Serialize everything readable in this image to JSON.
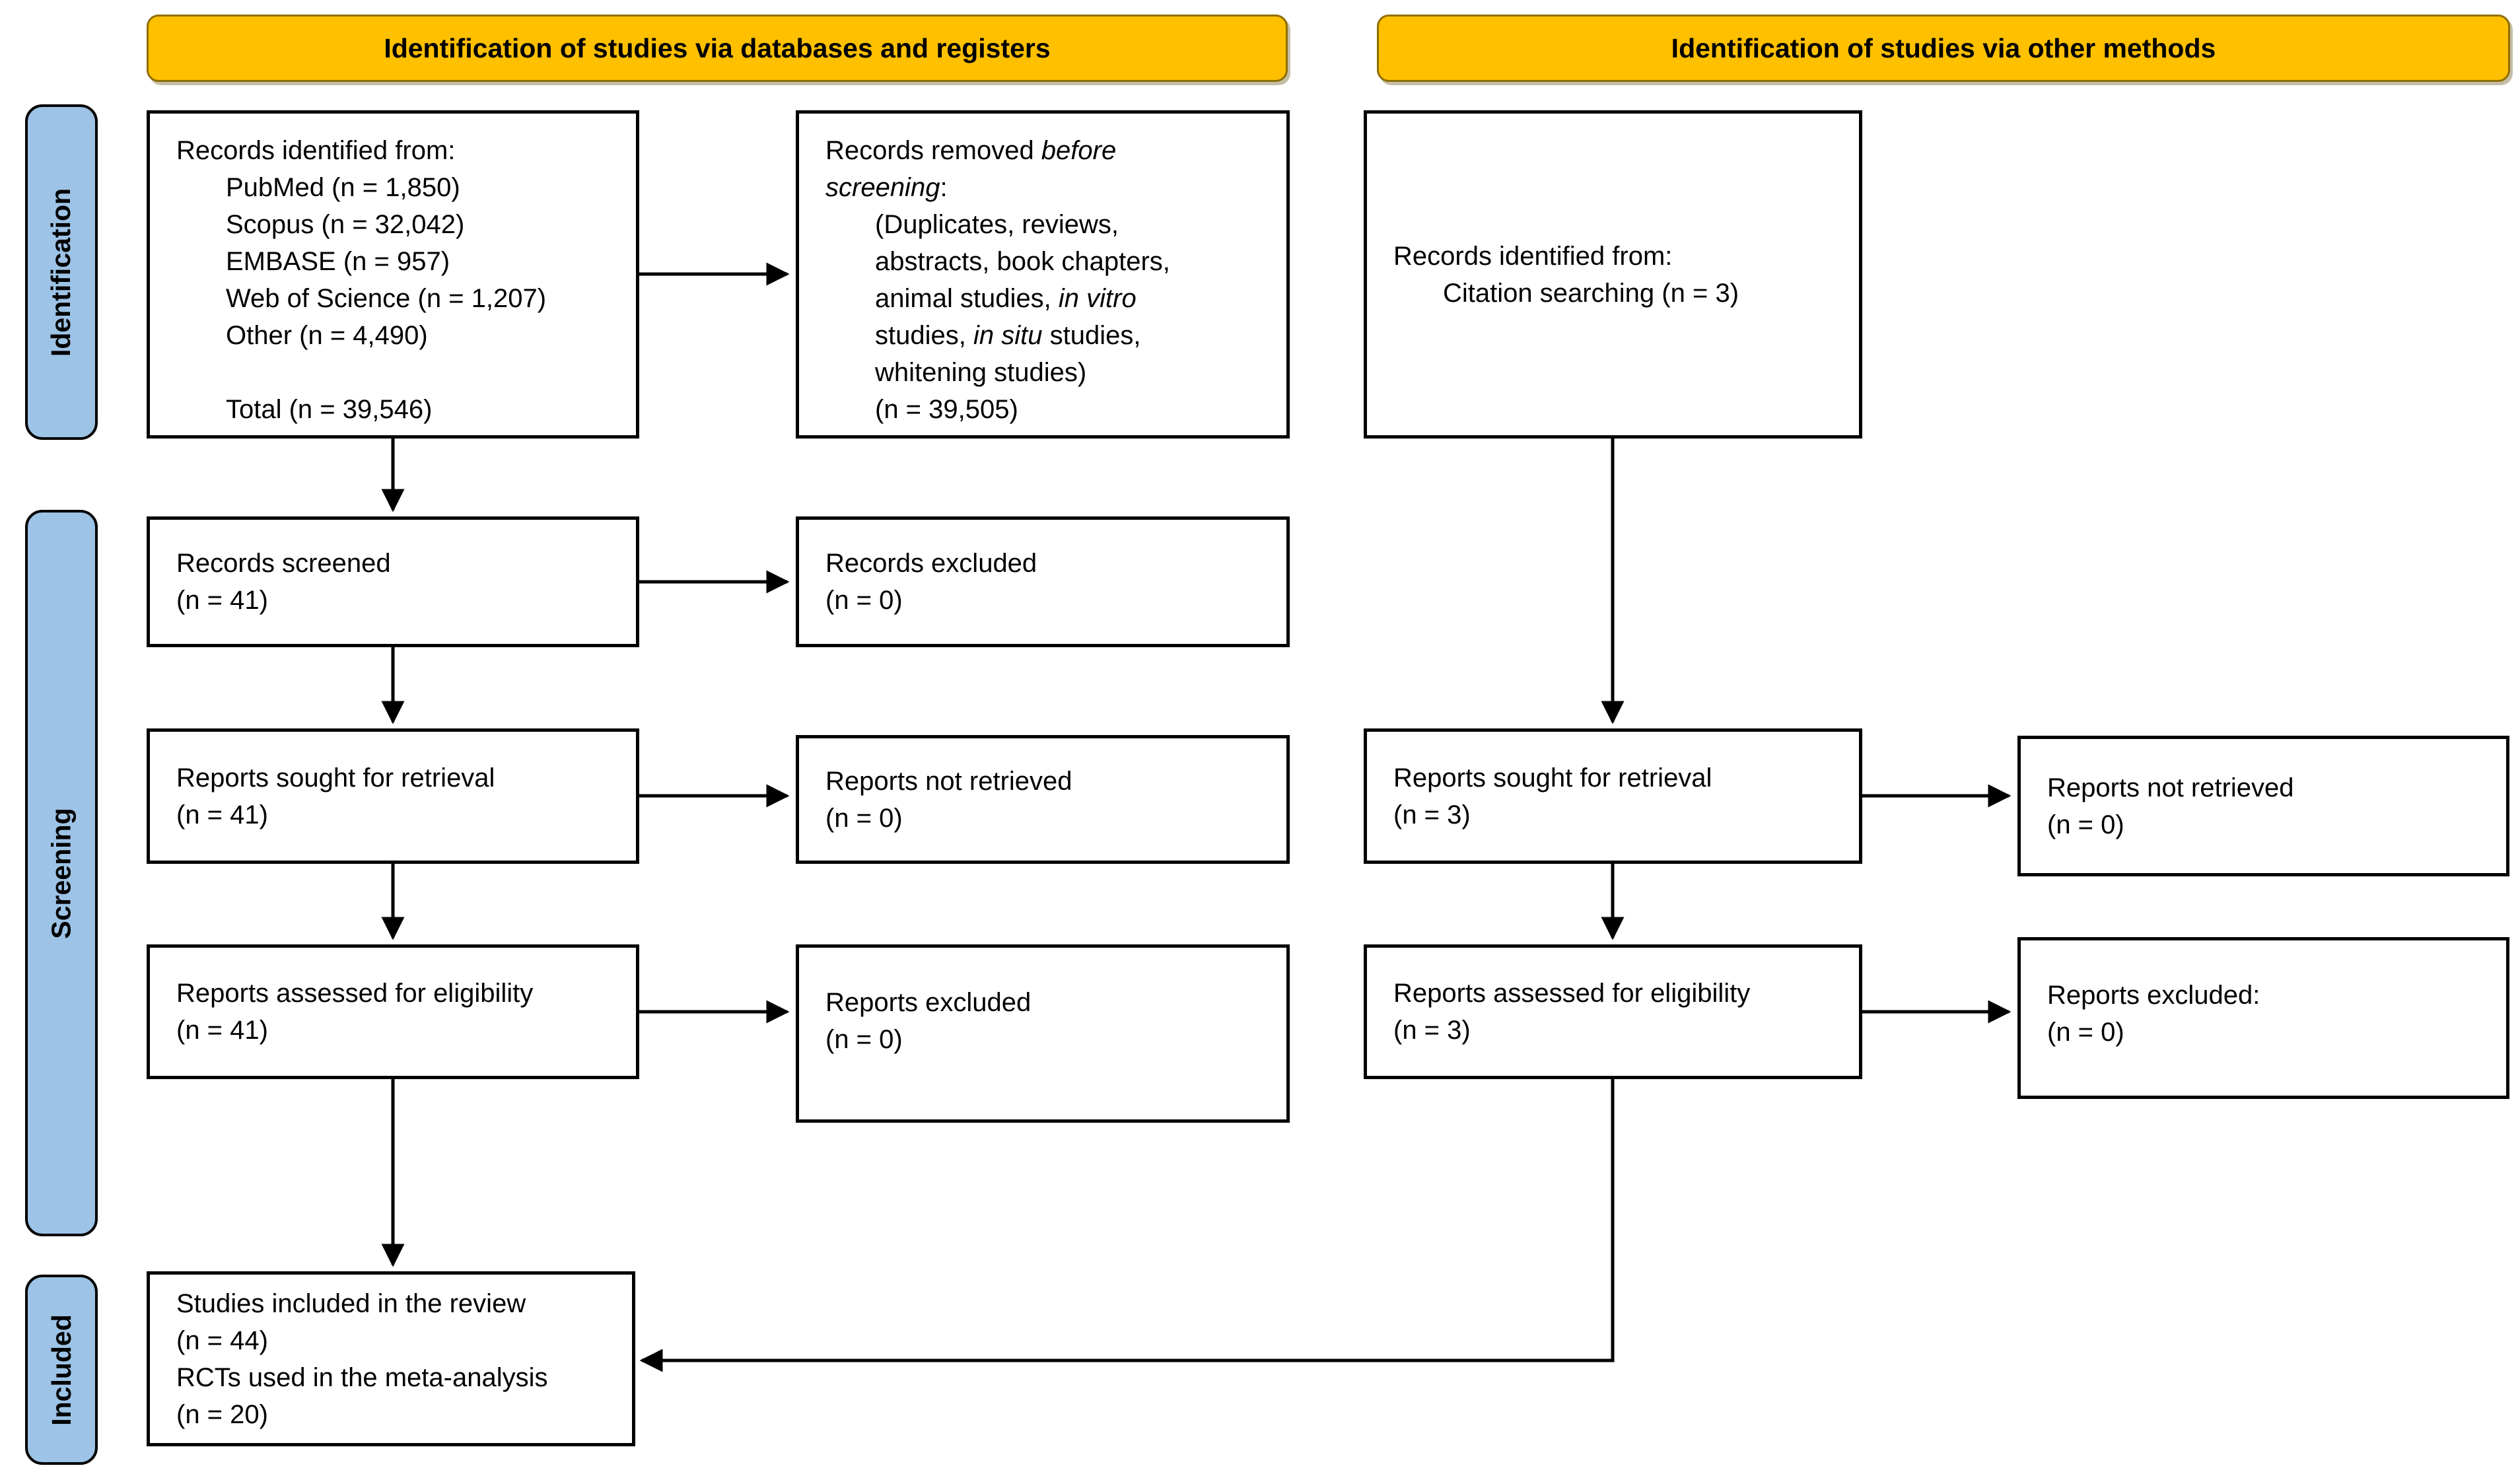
{
  "banners": {
    "databases": "Identification of studies via databases and registers",
    "other_methods": "Identification of studies via other methods"
  },
  "stage_labels": {
    "identification": "Identification",
    "screening": "Screening",
    "included": "Included"
  },
  "colors": {
    "banner_fill": "#FFC000",
    "banner_border": "#8F6E00",
    "stage_fill": "#9DC3E6",
    "box_border": "#000000",
    "arrow": "#000000"
  },
  "boxes": {
    "records_identified_db": {
      "title": "Records identified from:",
      "sources": [
        "PubMed (n = 1,850)",
        "Scopus (n = 32,042)",
        "EMBASE (n = 957)",
        "Web of Science (n = 1,207)",
        "Other (n = 4,490)"
      ],
      "total": "Total (n = 39,546)"
    },
    "records_removed": {
      "title_line1": [
        "Records removed ",
        "before"
      ],
      "title_line2": [
        "screening",
        ":"
      ],
      "reasons": {
        "line1": "(Duplicates, reviews,",
        "line2": "abstracts, book chapters,",
        "line3_normal": "animal studies, ",
        "line3_italic": "in vitro",
        "line4_normal1": "studies, ",
        "line4_italic": "in situ",
        "line4_normal2": " studies,",
        "line5": "whitening studies)"
      },
      "count": "(n = 39,505)"
    },
    "records_screened": {
      "line1": "Records screened",
      "line2": "(n = 41)"
    },
    "records_excluded": {
      "line1": "Records excluded",
      "line2": "(n = 0)"
    },
    "reports_sought_db": {
      "line1": "Reports sought for retrieval",
      "line2": "(n = 41)"
    },
    "reports_not_retrieved_db": {
      "line1": "Reports not retrieved",
      "line2": "(n = 0)"
    },
    "reports_assessed_db": {
      "line1": "Reports assessed for eligibility",
      "line2": "(n = 41)"
    },
    "reports_excluded_db": {
      "line1": "Reports excluded",
      "line2": "(n = 0)"
    },
    "records_identified_other": {
      "title": "Records identified from:",
      "source": "Citation searching (n = 3)"
    },
    "reports_sought_other": {
      "line1": "Reports sought for retrieval",
      "line2": "(n = 3)"
    },
    "reports_not_retrieved_other": {
      "line1": "Reports not retrieved",
      "line2": "(n = 0)"
    },
    "reports_assessed_other": {
      "line1": "Reports assessed for eligibility",
      "line2": "(n = 3)"
    },
    "reports_excluded_other": {
      "line1": "Reports excluded:",
      "line2": "(n = 0)"
    },
    "studies_included": {
      "line1": "Studies included in the review",
      "line2": "(n = 44)",
      "line3": "RCTs used in the meta-analysis",
      "line4": "(n = 20)"
    }
  }
}
